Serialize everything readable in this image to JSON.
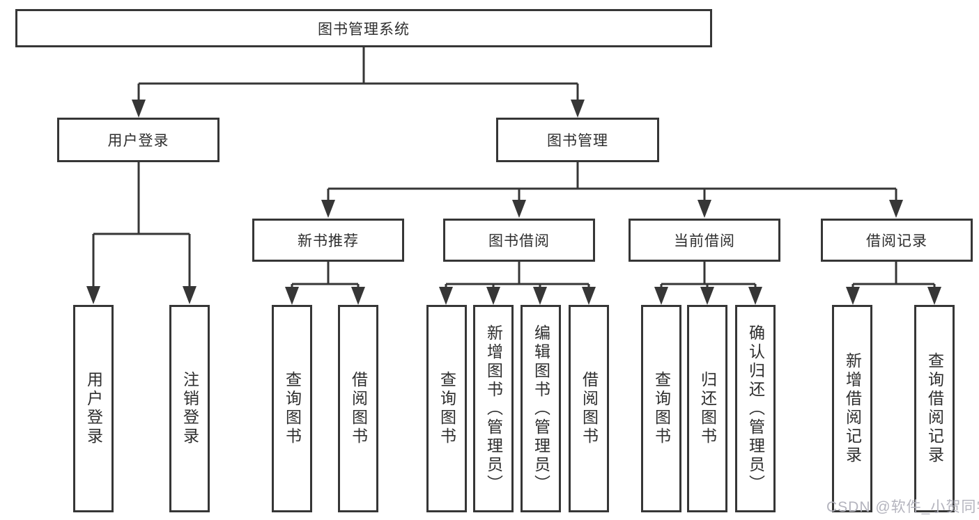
{
  "diagram": {
    "root": {
      "label": "图书管理系统"
    },
    "level2": {
      "user_login": {
        "label": "用户登录"
      },
      "book_mgmt": {
        "label": "图书管理"
      }
    },
    "level3": {
      "new_books": {
        "label": "新书推荐"
      },
      "borrow": {
        "label": "图书借阅"
      },
      "current": {
        "label": "当前借阅"
      },
      "records": {
        "label": "借阅记录"
      }
    },
    "leaves": {
      "user_login_1": "用户登录",
      "user_login_2": "注销登录",
      "new_books_1": "查询图书",
      "new_books_2": "借阅图书",
      "borrow_1": "查询图书",
      "borrow_2": "新增图书（管理员）",
      "borrow_3": "编辑图书（管理员）",
      "borrow_4": "借阅图书",
      "current_1": "查询图书",
      "current_2": "归还图书",
      "current_3": "确认归还（管理员）",
      "records_1": "新增借阅记录",
      "records_2": "查询借阅记录"
    },
    "watermark": "CSDN @软件_小贺同学",
    "colors": {
      "line": "#363636",
      "box_background": "#ffffff",
      "watermark": "#b4b4be"
    }
  }
}
